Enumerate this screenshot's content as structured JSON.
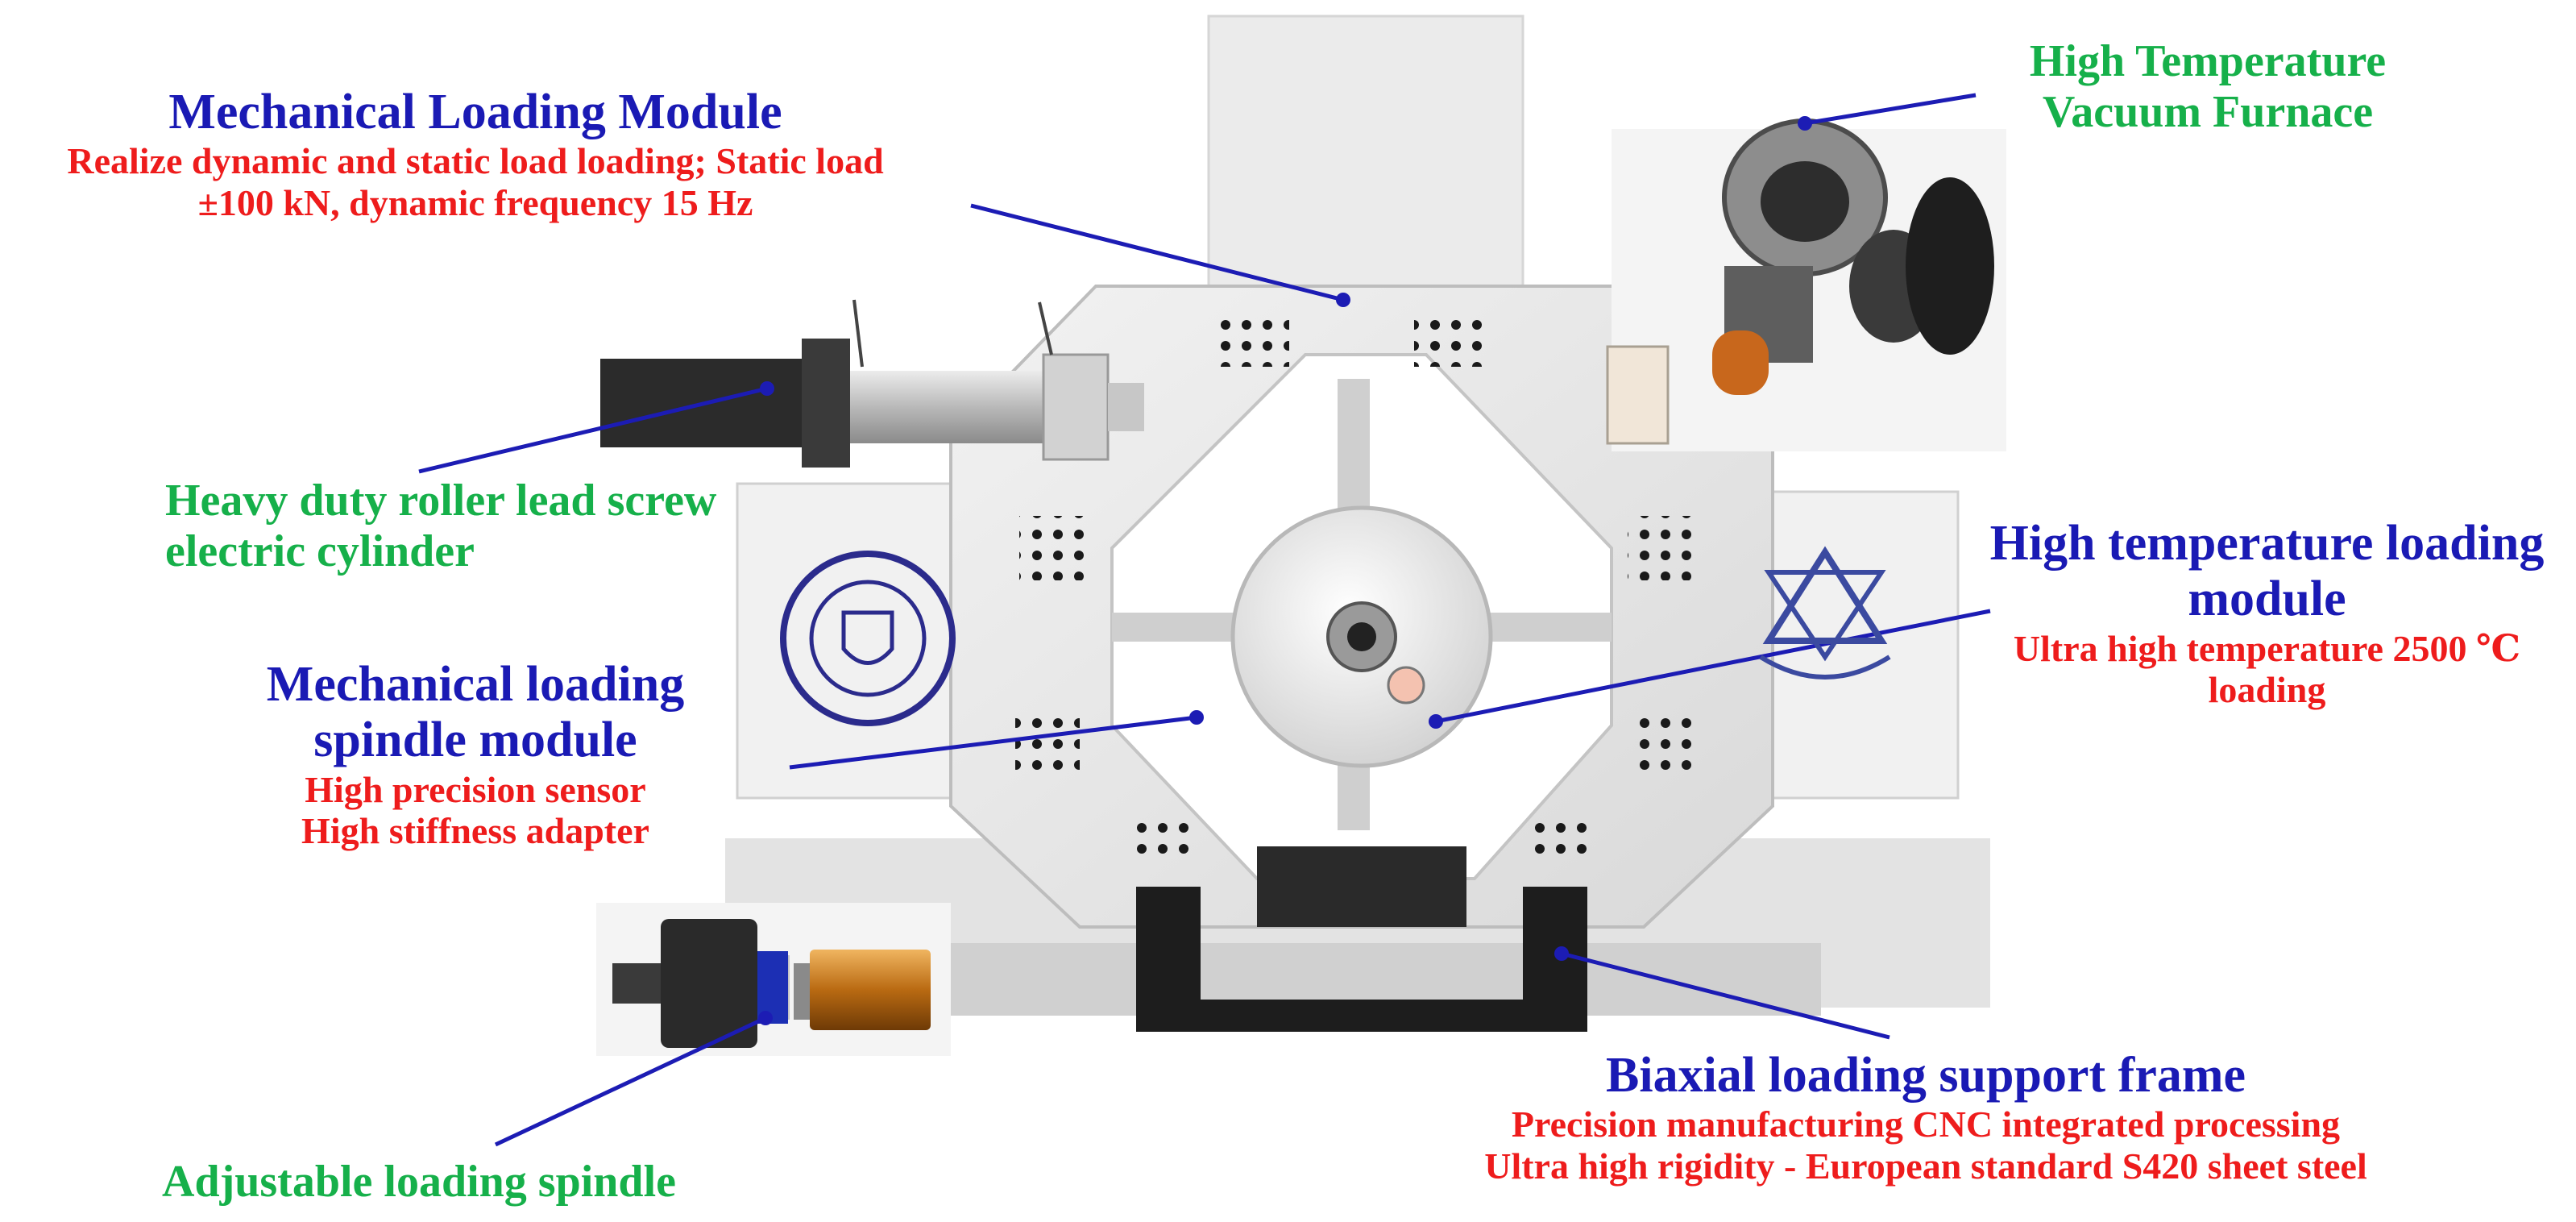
{
  "colors": {
    "title_blue": "#1a1ab4",
    "detail_red": "#ee1c1c",
    "component_green": "#16b04a",
    "leader_line": "#1c1cb4",
    "frame_gray": "#e6e6e6"
  },
  "labels": {
    "mechanical_loading_module": {
      "title": "Mechanical Loading Module",
      "line1": "Realize dynamic and static load loading; Static load",
      "line2": "±100 kN, dynamic frequency 15 Hz"
    },
    "vacuum_furnace": {
      "line1": "High Temperature",
      "line2": "Vacuum Furnace"
    },
    "electric_cylinder": {
      "line1": "Heavy duty roller lead screw",
      "line2": "electric cylinder"
    },
    "high_temp_loading_module": {
      "line1": "High temperature loading",
      "line2": "module",
      "detail1": "Ultra high temperature 2500  ℃",
      "detail2": "loading"
    },
    "spindle_module": {
      "line1": "Mechanical loading",
      "line2": "spindle module",
      "detail1": "High precision sensor",
      "detail2": "High stiffness adapter"
    },
    "support_frame": {
      "title": "Biaxial loading support frame",
      "detail1": "Precision manufacturing CNC integrated processing",
      "detail2": "Ultra high rigidity - European standard S420 sheet steel"
    },
    "adjustable_spindle": {
      "line1": "Adjustable loading spindle"
    }
  },
  "icons": {
    "left_panel_logo": "jilin-university-seal",
    "right_panel_logo": "laboratory-emblem"
  }
}
